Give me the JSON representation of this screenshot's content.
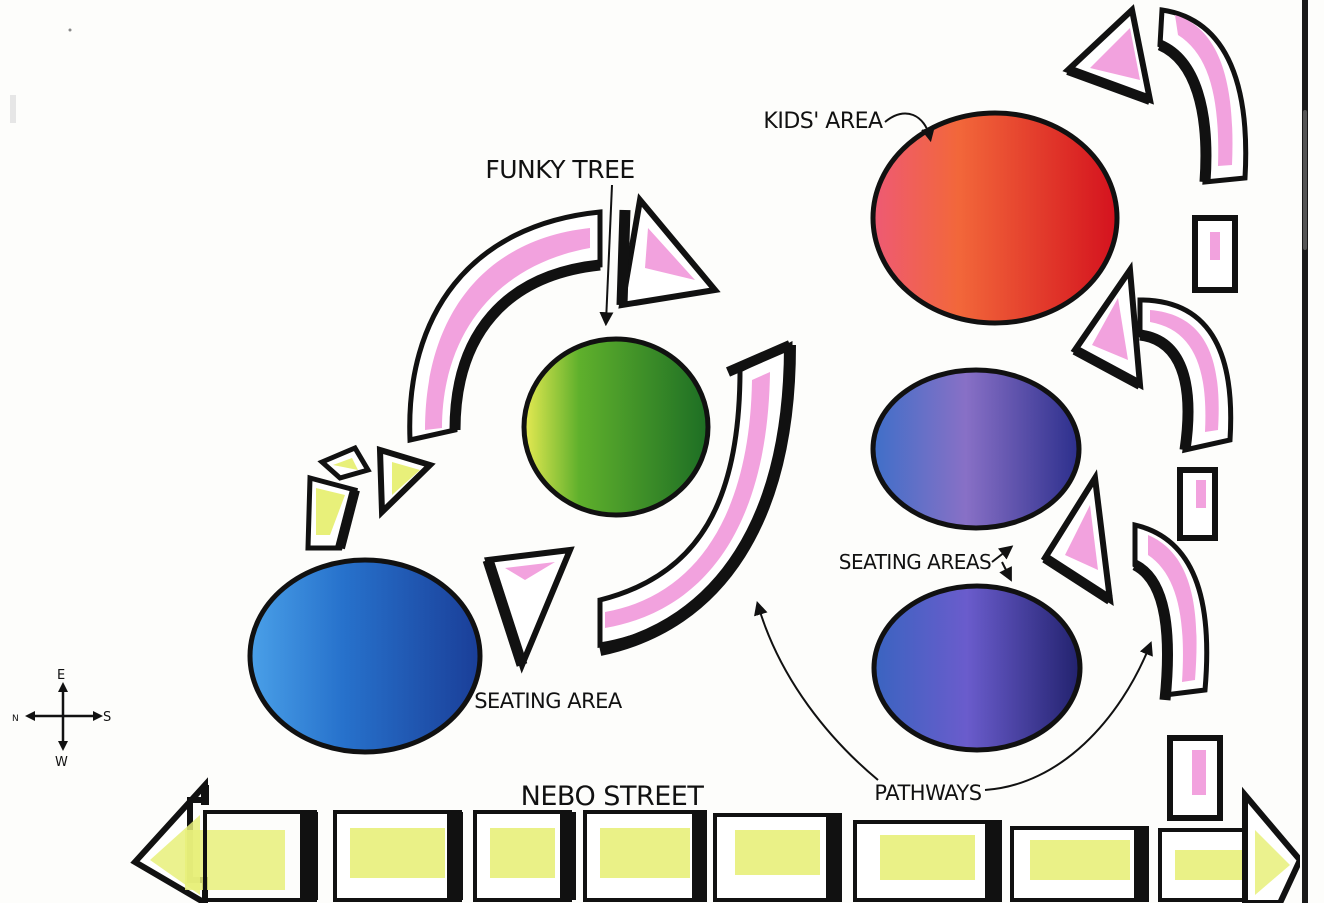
{
  "labels": {
    "funky_tree": "FUNKY TREE",
    "kids_area": "KIDS' AREA",
    "seating_areas": "SEATING AREAS",
    "seating_area": "SEATING AREA",
    "pathways": "PATHWAYS",
    "street": "NEBO STREET"
  },
  "compass": {
    "east": "E",
    "west": "W",
    "south": "S",
    "north": "N"
  },
  "colors": {
    "ink": "#111111",
    "path_pink": "#f2a2de",
    "street_yellow": "#e8f07a",
    "tree_green": "#2f9a2a",
    "tree_yellow": "#e4e84a",
    "kids_red": "#e8242a",
    "kids_orange": "#f26a3c",
    "seat_blue": "#2468c8",
    "seat_purple": "#6a5cc0",
    "seat_navy": "#2a2c82"
  }
}
